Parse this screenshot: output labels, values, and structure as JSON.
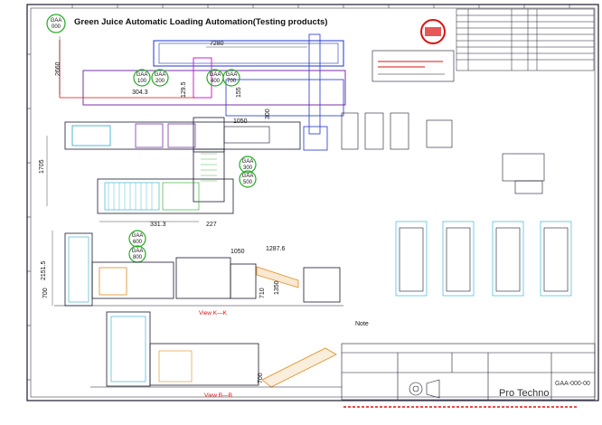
{
  "drawing": {
    "title": "Green Juice Automatic Loading Automation(Testing products)",
    "company": "Pro Techno",
    "drawing_no": "GAA-000-00",
    "views": {
      "view_kk": "View K—K",
      "view_bb": "View B—B"
    },
    "note_label": "Note",
    "callouts": [
      {
        "line1": "GAA",
        "line2": "000"
      },
      {
        "line1": "GAA",
        "line2": "100"
      },
      {
        "line1": "GAA",
        "line2": "200"
      },
      {
        "line1": "GAA",
        "line2": "300"
      },
      {
        "line1": "GAA",
        "line2": "400"
      },
      {
        "line1": "GAA",
        "line2": "500"
      },
      {
        "line1": "GAA",
        "line2": "600"
      },
      {
        "line1": "GAA",
        "line2": "700"
      },
      {
        "line1": "GAA",
        "line2": "800"
      }
    ],
    "dimensions": {
      "top_width": "7280",
      "left_height": "2660",
      "offset_a": "304.3",
      "offset_b": "129.5",
      "vertical_155": "155",
      "mid_1050": "1050",
      "mid_300": "300",
      "left_1705": "1705",
      "bottom_331": "331.3",
      "bottom_227": "227",
      "kk_1050": "1050",
      "kk_12876": "1287.6",
      "kk_2151": "2151.5",
      "kk_700": "700",
      "kk_710": "710",
      "kk_1350": "1350",
      "bb_700": "700"
    },
    "colors": {
      "line_dark": "#1a1a2e",
      "blue": "#2233cc",
      "purple": "#7733aa",
      "magenta": "#cc22cc",
      "green": "#22aa22",
      "cyan": "#22aacc",
      "orange": "#e08a1e",
      "red": "#dd1111"
    }
  }
}
